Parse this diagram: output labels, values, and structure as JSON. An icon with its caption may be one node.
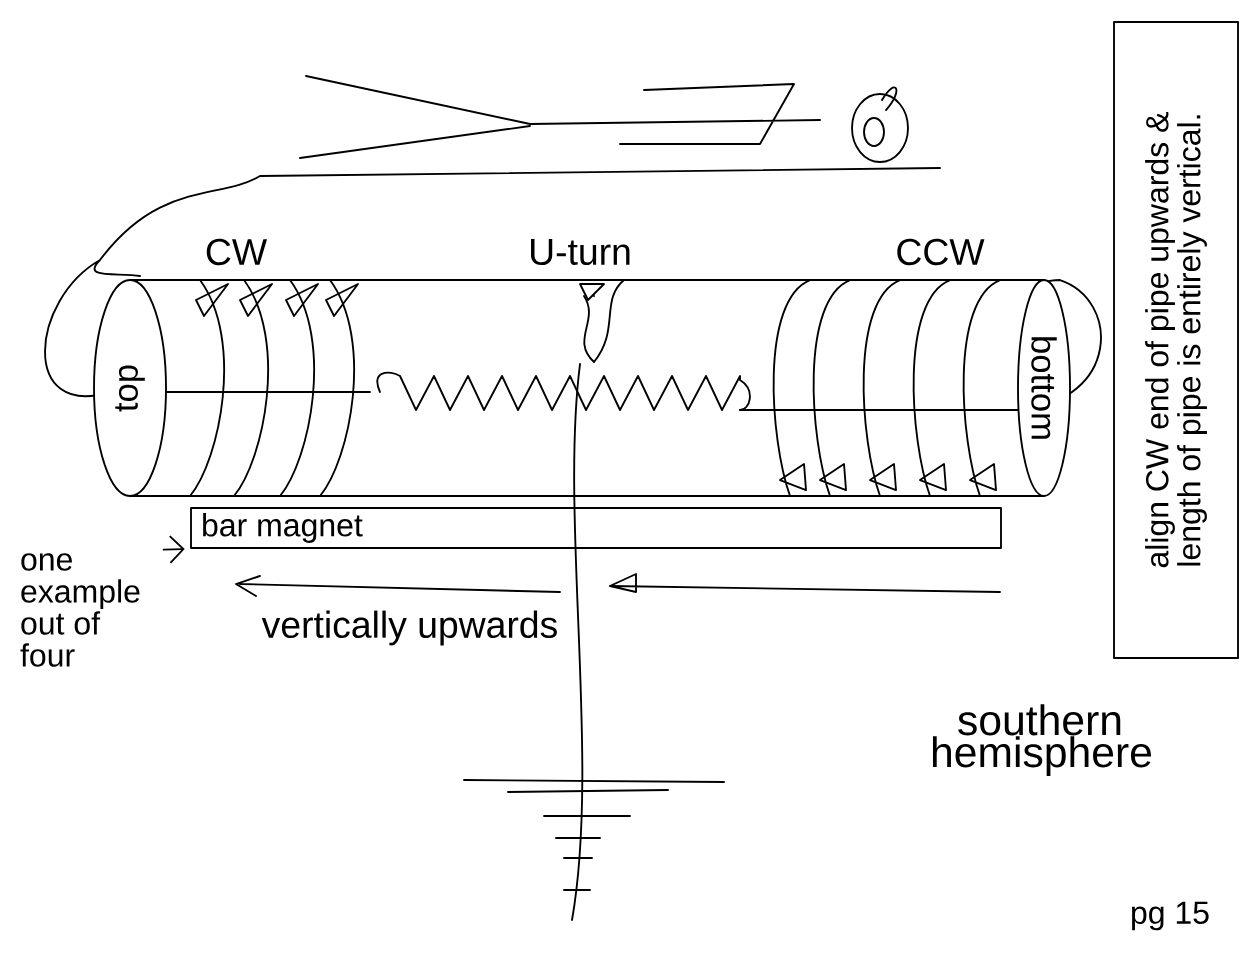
{
  "diagram": {
    "nodes": [
      {
        "text": [
          "top",
          "bottom"
        ]
      },
      {
        "text": [
          "bar magnet"
        ]
      },
      {
        "text": [
          "one example out of four"
        ]
      },
      {
        "text": [
          "align CW end of pipe upwards & length of pipe is entirely vertical."
        ]
      }
    ],
    "edges": [
      {
        "from": 2,
        "to": 1,
        "arrow": "to"
      }
    ],
    "labels": [
      "CW",
      "U-turn",
      "CCW",
      "vertically upwards",
      "southern hemisphere",
      "pg 15"
    ]
  }
}
